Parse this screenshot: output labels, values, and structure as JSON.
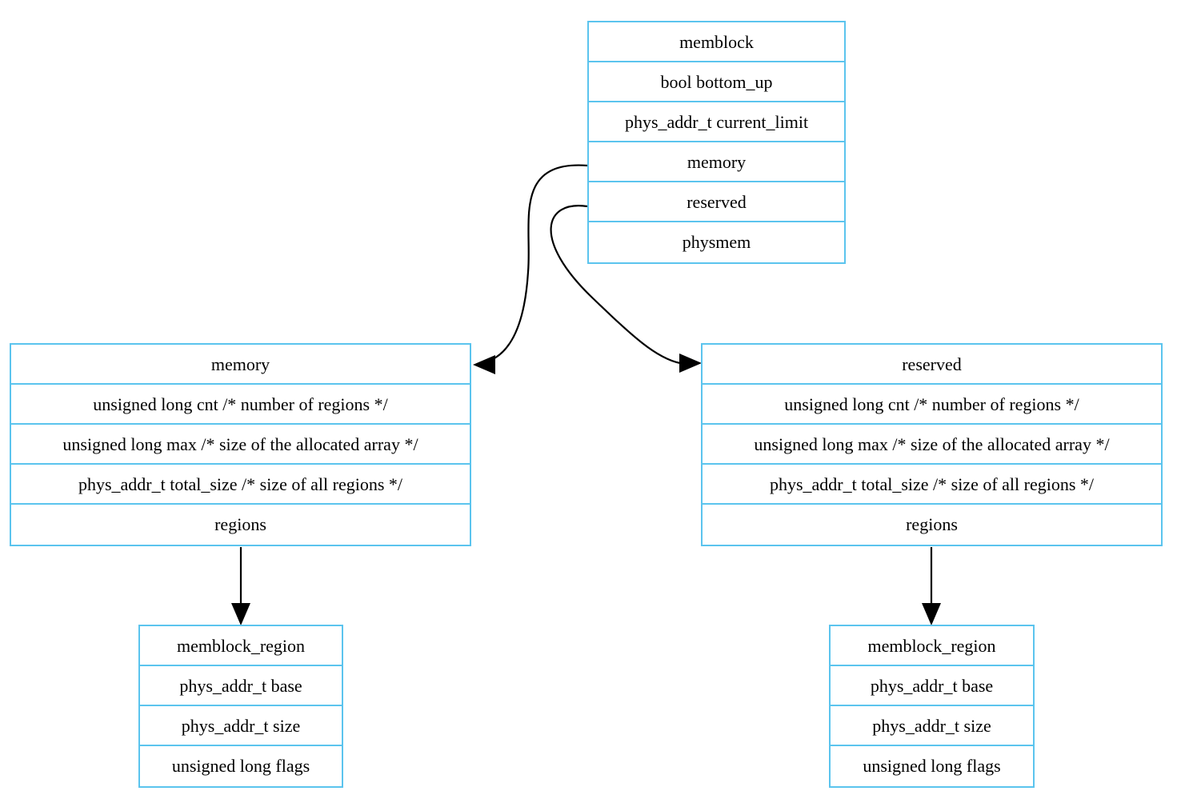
{
  "nodes": {
    "memblock": {
      "fields": [
        "memblock",
        "bool bottom_up",
        "phys_addr_t current_limit",
        "memory",
        "reserved",
        "physmem"
      ]
    },
    "memory": {
      "fields": [
        "memory",
        "unsigned long cnt /* number of regions */",
        "unsigned long max /* size of the allocated array */",
        "phys_addr_t total_size /* size of all regions */",
        "regions"
      ]
    },
    "reserved": {
      "fields": [
        "reserved",
        "unsigned long cnt /* number of regions */",
        "unsigned long max /* size of the allocated array */",
        "phys_addr_t total_size /* size of all regions */",
        "regions"
      ]
    },
    "memory_region": {
      "fields": [
        "memblock_region",
        "phys_addr_t base",
        "phys_addr_t size",
        "unsigned long flags"
      ]
    },
    "reserved_region": {
      "fields": [
        "memblock_region",
        "phys_addr_t base",
        "phys_addr_t size",
        "unsigned long flags"
      ]
    }
  },
  "edges": [
    {
      "from": "memblock.memory",
      "to": "memory"
    },
    {
      "from": "memblock.reserved",
      "to": "reserved"
    },
    {
      "from": "memory.regions",
      "to": "memblock_region"
    },
    {
      "from": "reserved.regions",
      "to": "memblock_region"
    }
  ],
  "colors": {
    "border": "#5bc4ee",
    "edge": "#000000"
  }
}
